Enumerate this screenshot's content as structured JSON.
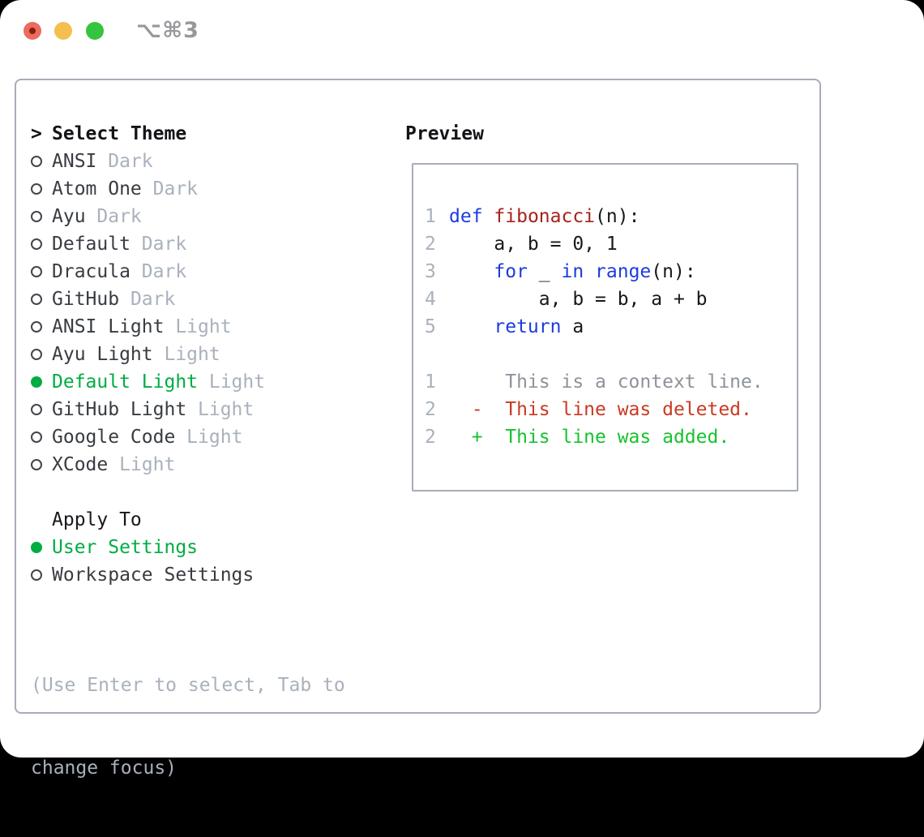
{
  "window": {
    "shortcut_label": "⌥⌘3",
    "traffic_lights": [
      "close",
      "minimize",
      "zoom"
    ]
  },
  "colors": {
    "selection_green": "#00ad43",
    "added_green": "#17c32f",
    "deleted_red": "#c93a22",
    "keyword_blue": "#1d3be0",
    "function_red": "#a6221a",
    "muted_gray": "#a9b1bc",
    "context_gray": "#8e939b",
    "border_gray": "#a6adb7",
    "traffic_red": "#ec6a5e",
    "traffic_yellow": "#f4bf4f",
    "traffic_green": "#35c43f"
  },
  "theme_panel": {
    "cursor": ">",
    "title": "Select Theme",
    "themes": [
      {
        "name": "ANSI",
        "variant": "Dark",
        "selected": false
      },
      {
        "name": "Atom One",
        "variant": "Dark",
        "selected": false
      },
      {
        "name": "Ayu",
        "variant": "Dark",
        "selected": false
      },
      {
        "name": "Default",
        "variant": "Dark",
        "selected": false
      },
      {
        "name": "Dracula",
        "variant": "Dark",
        "selected": false
      },
      {
        "name": "GitHub",
        "variant": "Dark",
        "selected": false
      },
      {
        "name": "ANSI Light",
        "variant": "Light",
        "selected": false
      },
      {
        "name": "Ayu Light",
        "variant": "Light",
        "selected": false
      },
      {
        "name": "Default Light",
        "variant": "Light",
        "selected": true
      },
      {
        "name": "GitHub Light",
        "variant": "Light",
        "selected": false
      },
      {
        "name": "Google Code",
        "variant": "Light",
        "selected": false
      },
      {
        "name": "XCode",
        "variant": "Light",
        "selected": false
      }
    ],
    "apply_to": {
      "title": "Apply To",
      "options": [
        {
          "label": "User Settings",
          "selected": true
        },
        {
          "label": "Workspace Settings",
          "selected": false
        }
      ]
    },
    "hint_line1": "(Use Enter to select, Tab to",
    "hint_line2": "change focus)"
  },
  "preview": {
    "title": "Preview",
    "lines": [
      {
        "num": "1",
        "kind": "code",
        "segs": [
          [
            "def",
            "kw"
          ],
          [
            " ",
            "p"
          ],
          [
            "fibonacci",
            "fn"
          ],
          [
            "(n):",
            "p"
          ]
        ]
      },
      {
        "num": "2",
        "kind": "code",
        "segs": [
          [
            "    a, b = 0, 1",
            "p"
          ]
        ]
      },
      {
        "num": "3",
        "kind": "code",
        "segs": [
          [
            "    ",
            "p"
          ],
          [
            "for",
            "kw"
          ],
          [
            " _ ",
            "p"
          ],
          [
            "in",
            "kw"
          ],
          [
            " ",
            "p"
          ],
          [
            "range",
            "kw"
          ],
          [
            "(n):",
            "p"
          ]
        ]
      },
      {
        "num": "4",
        "kind": "code",
        "segs": [
          [
            "        a, b = b, a + b",
            "p"
          ]
        ]
      },
      {
        "num": "5",
        "kind": "code",
        "segs": [
          [
            "    ",
            "p"
          ],
          [
            "return",
            "kw"
          ],
          [
            " a",
            "p"
          ]
        ]
      },
      {
        "num": "",
        "kind": "blank",
        "segs": []
      },
      {
        "num": "1",
        "kind": "context",
        "segs": [
          [
            "     This is a context line.",
            "ctx"
          ]
        ]
      },
      {
        "num": "2",
        "kind": "deleted",
        "segs": [
          [
            "  -  This line was deleted.",
            "del"
          ]
        ]
      },
      {
        "num": "2",
        "kind": "added",
        "segs": [
          [
            "  +  This line was added.",
            "add"
          ]
        ]
      }
    ]
  }
}
